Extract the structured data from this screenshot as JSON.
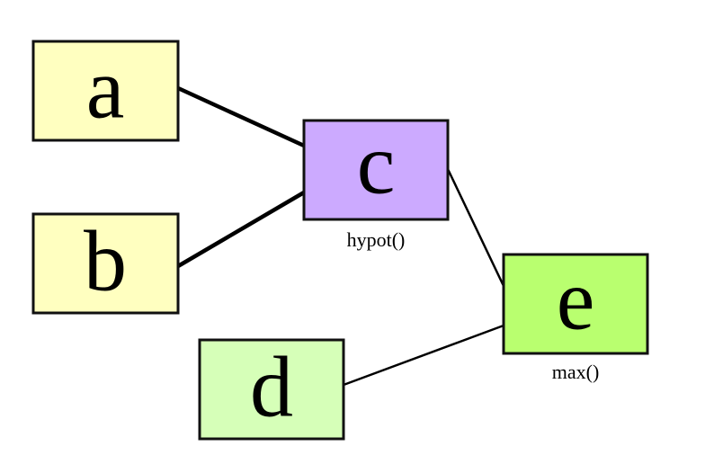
{
  "nodes": {
    "a": {
      "label": "a",
      "color": "#FFFFC0"
    },
    "b": {
      "label": "b",
      "color": "#FFFFC0"
    },
    "c": {
      "label": "c",
      "color": "#CCAAFF",
      "caption": "hypot()"
    },
    "d": {
      "label": "d",
      "color": "#D6FFB8"
    },
    "e": {
      "label": "e",
      "color": "#B9FF6F",
      "caption": "max()"
    }
  },
  "edges": [
    {
      "from": "a",
      "to": "c"
    },
    {
      "from": "b",
      "to": "c"
    },
    {
      "from": "c",
      "to": "e"
    },
    {
      "from": "d",
      "to": "e"
    }
  ]
}
